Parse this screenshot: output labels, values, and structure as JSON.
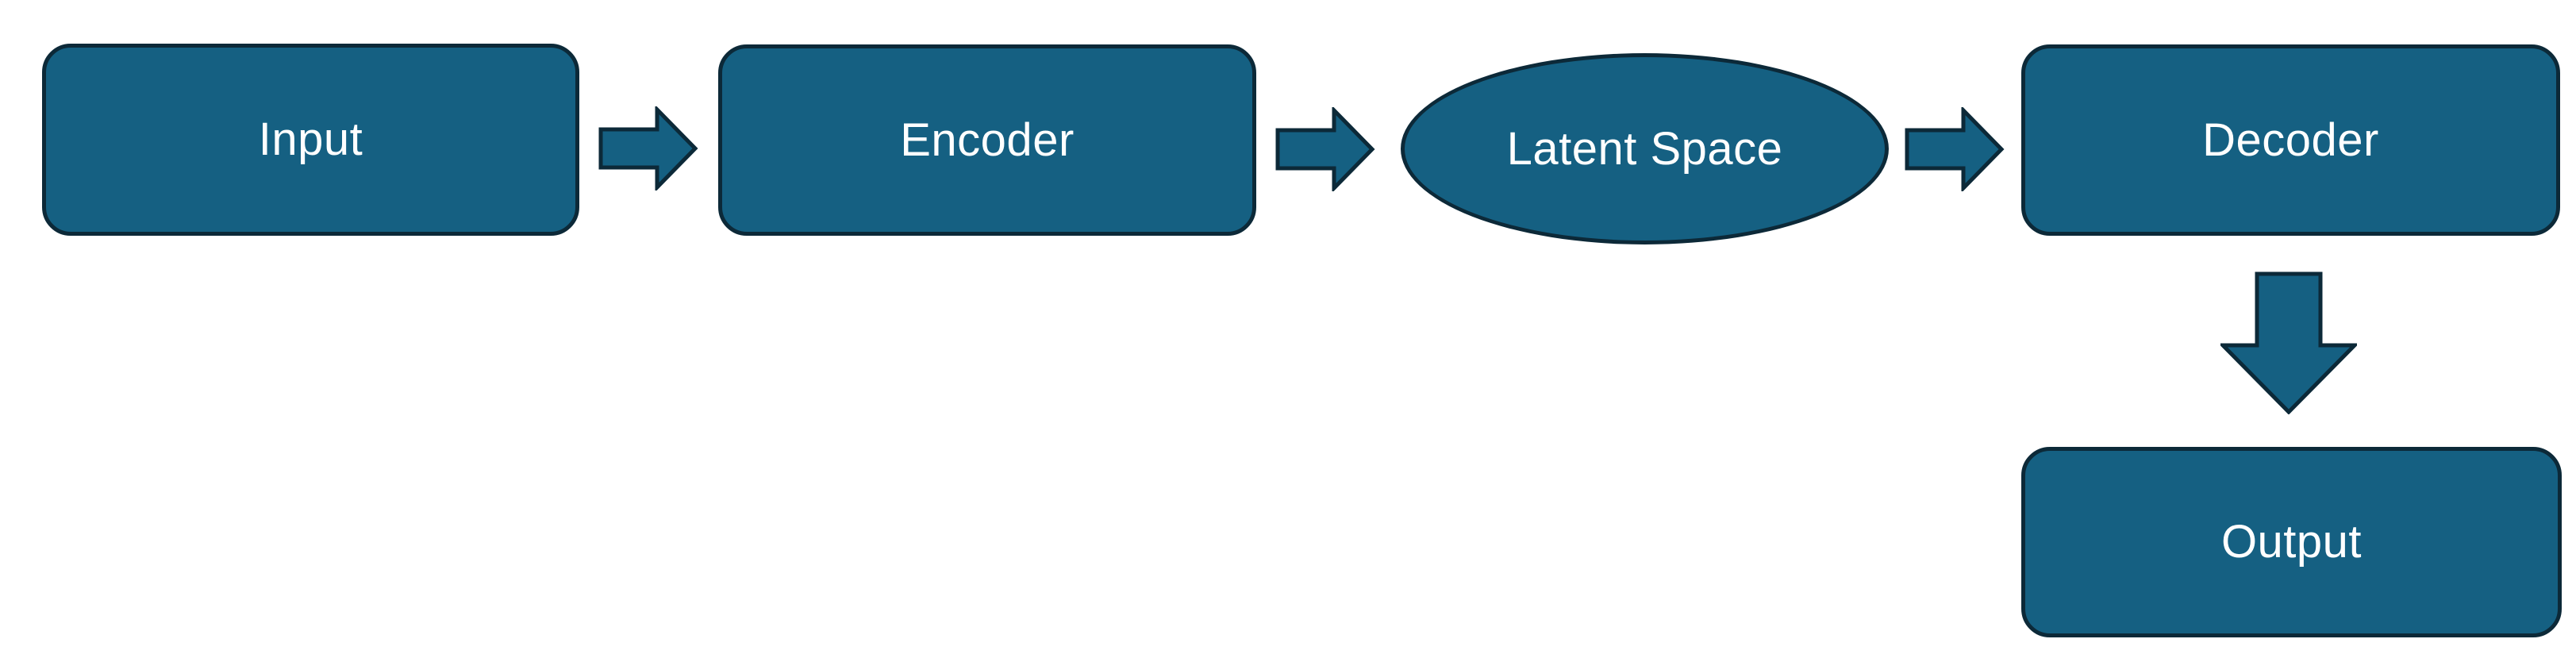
{
  "diagram": {
    "colors": {
      "shape_fill": "#156082",
      "shape_border": "#0c2938",
      "text_color": "#ffffff",
      "canvas_bg": "#ffffff"
    },
    "nodes": [
      {
        "id": "input",
        "label": "Input",
        "shape": "rounded-rectangle"
      },
      {
        "id": "encoder",
        "label": "Encoder",
        "shape": "rounded-rectangle"
      },
      {
        "id": "latent-space",
        "label": "Latent Space",
        "shape": "ellipse"
      },
      {
        "id": "decoder",
        "label": "Decoder",
        "shape": "rounded-rectangle"
      },
      {
        "id": "output",
        "label": "Output",
        "shape": "rounded-rectangle"
      }
    ],
    "connectors": [
      {
        "from": "Input",
        "to": "Encoder",
        "direction": "right"
      },
      {
        "from": "Encoder",
        "to": "Latent Space",
        "direction": "right"
      },
      {
        "from": "Latent Space",
        "to": "Decoder",
        "direction": "right"
      },
      {
        "from": "Decoder",
        "to": "Output",
        "direction": "down"
      }
    ]
  }
}
